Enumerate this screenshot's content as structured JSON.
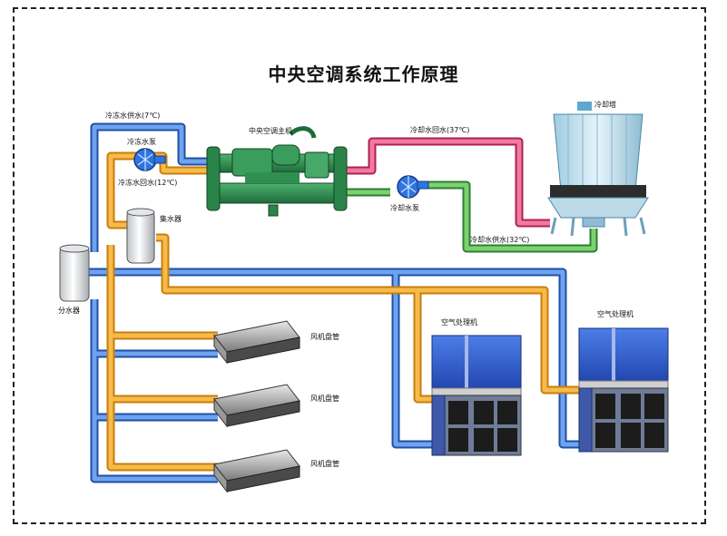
{
  "title": "中央空调系统工作原理",
  "labels": {
    "chilled_supply": "冷冻水供水(7℃)",
    "chilled_pump": "冷冻水泵",
    "chilled_return": "冷冻水回水(12℃)",
    "chiller": "中央空调主机",
    "collector": "集水器",
    "distributor": "分水器",
    "cooling_return": "冷却水回水(37℃)",
    "cooling_tower": "冷却塔",
    "cooling_pump": "冷却水泵",
    "cooling_supply": "冷却水供水(32℃)",
    "fan_coil_1": "风机盘管",
    "fan_coil_2": "风机盘管",
    "fan_coil_3": "风机盘管",
    "ahu_1": "空气处理机",
    "ahu_2": "空气处理机"
  },
  "colors": {
    "chilled_supply": "#2f6fd0",
    "chilled_return": "#f0a020",
    "cooling_return": "#e0407a",
    "cooling_supply": "#3fb04a",
    "chiller": "#2f8f52",
    "ahu": "#2f5bd0"
  }
}
